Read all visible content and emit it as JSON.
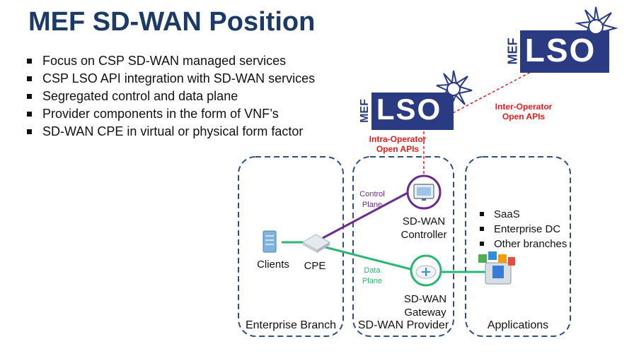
{
  "slide": {
    "title": "MEF SD-WAN Position",
    "bullets": [
      "Focus on CSP SD-WAN managed services",
      "CSP LSO API integration with SD-WAN services",
      "Segregated control and data plane",
      "Provider components in the form of VNF’s",
      "SD-WAN CPE in virtual or physical form factor"
    ]
  },
  "logos": {
    "mef": "MEF",
    "lso": "LSO"
  },
  "apis": {
    "intra": [
      "Intra-Operator",
      "Open APIs"
    ],
    "inter": [
      "Inter-Operator",
      "Open APIs"
    ]
  },
  "planes": {
    "control": [
      "Control",
      "Plane"
    ],
    "data": [
      "Data",
      "Plane"
    ]
  },
  "nodes": {
    "clients": "Clients",
    "cpe": "CPE",
    "controller": [
      "SD-WAN",
      "Controller"
    ],
    "gateway": [
      "SD-WAN",
      "Gateway"
    ]
  },
  "regions": {
    "enterprise": "Enterprise Branch",
    "provider": "SD-WAN Provider",
    "applications": "Applications"
  },
  "applications": [
    "SaaS",
    "Enterprise DC",
    "Other branches"
  ],
  "colors": {
    "title": "#1b3a66",
    "logo_blue": "#2a3b84",
    "control_plane": "#6a2c91",
    "data_plane": "#2bb673",
    "api_red": "#e02020",
    "region_border": "#2f4f7f"
  }
}
